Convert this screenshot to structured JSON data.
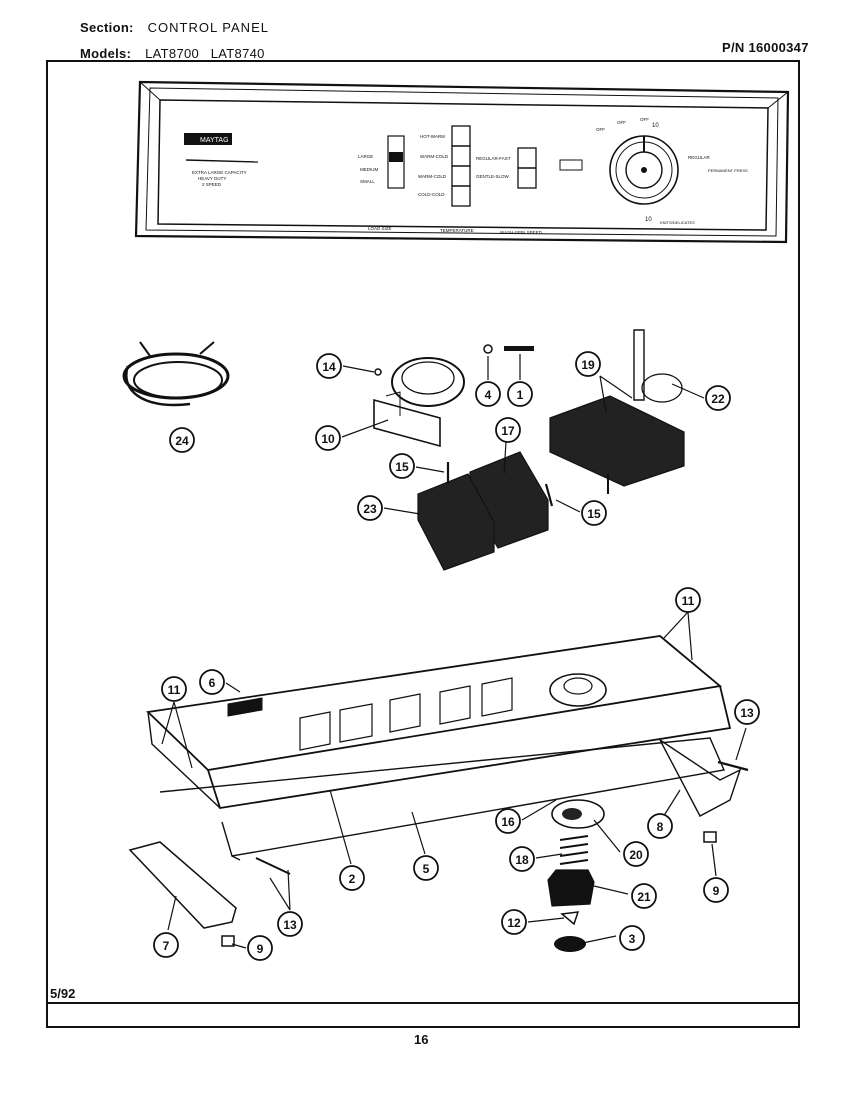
{
  "header": {
    "section_label": "Section:",
    "section_value": "CONTROL PANEL",
    "models_label": "Models:",
    "models_value": "LAT8700   LAT8740",
    "part_number": "P/N 16000347"
  },
  "footer": {
    "date": "5/92",
    "page": "16"
  },
  "panel": {
    "brand": "MAYTAG",
    "tagline": [
      "EXTRA LARGE CAPACITY",
      "HEAVY DUTY",
      "2 SPEED"
    ],
    "load_size_options": [
      "LARGE",
      "MEDIUM",
      "SMALL"
    ],
    "load_size_caption": "LOAD SIZE",
    "temperature_options": [
      "HOT-WARM",
      "WARM-COLD",
      "WARM-COLD",
      "COLD-COLD"
    ],
    "temperature_caption": "TEMPERATURE",
    "speed_options": [
      "REGULAR-FAST",
      "GENTLE-SLOW"
    ],
    "speed_caption": "WASH-SPIN SPEED",
    "timer_labels": [
      "OFF",
      "OFF",
      "OFF",
      "10",
      "REGULAR",
      "PERMANENT PRESS",
      "10",
      "KNITS/DELICATES"
    ]
  },
  "callouts": [
    "14",
    "4",
    "1",
    "19",
    "22",
    "10",
    "17",
    "15",
    "15",
    "23",
    "24",
    "11",
    "6",
    "11",
    "13",
    "16",
    "20",
    "8",
    "18",
    "2",
    "5",
    "21",
    "9",
    "13",
    "12",
    "3",
    "7",
    "9"
  ]
}
